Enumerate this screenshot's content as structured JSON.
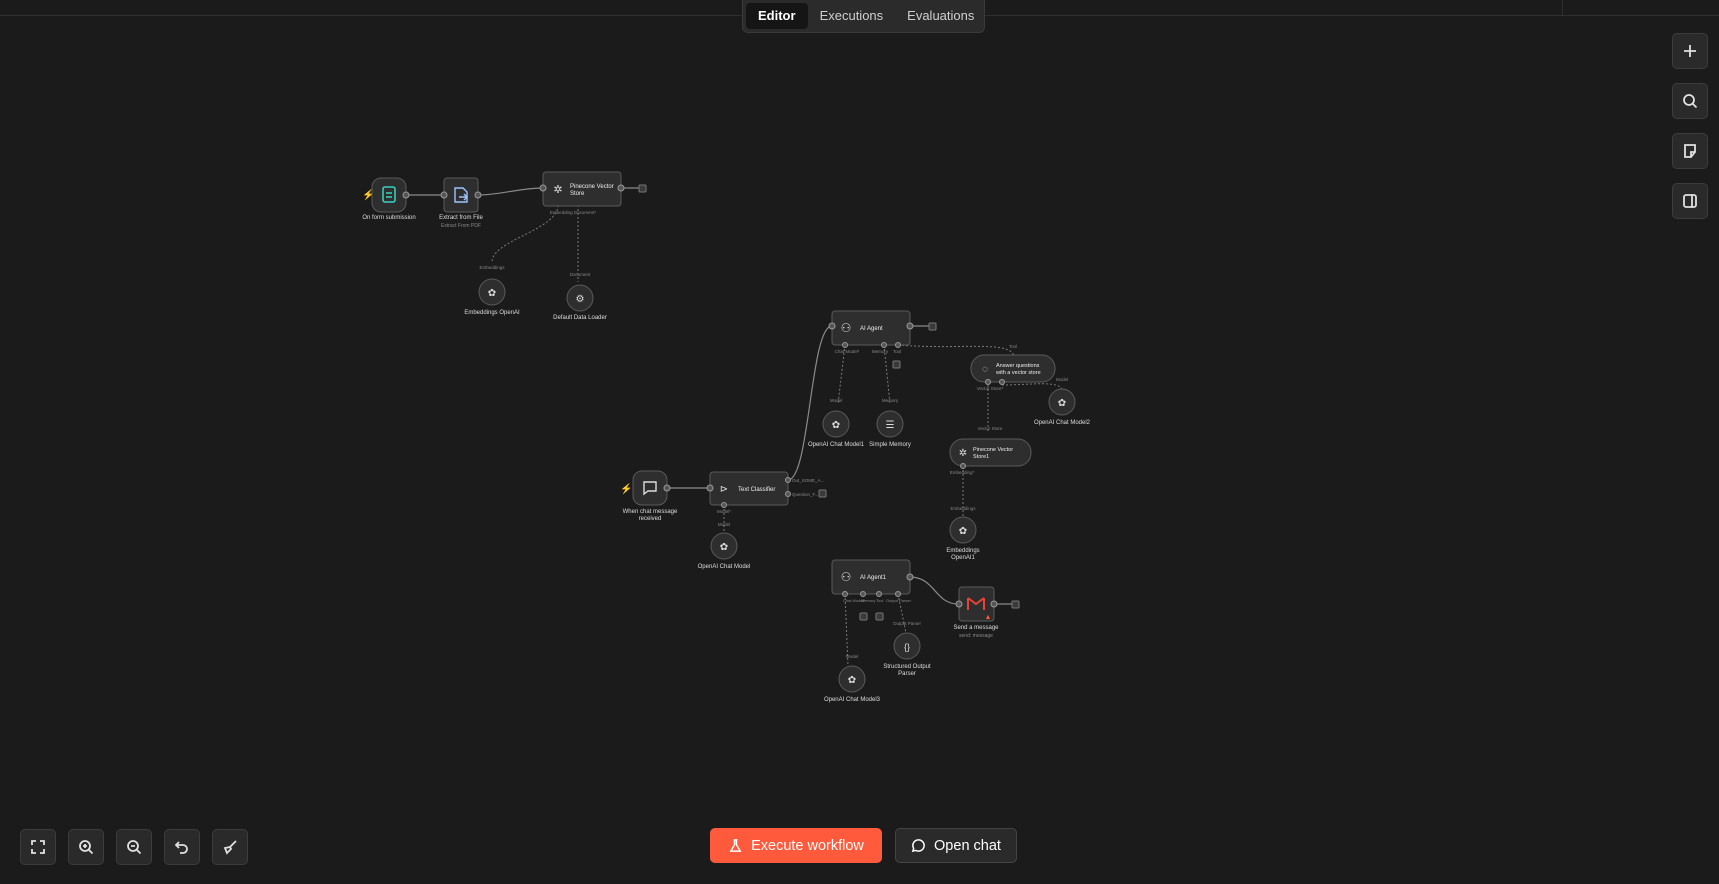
{
  "tabs": [
    {
      "label": "Editor",
      "active": true
    },
    {
      "label": "Executions",
      "active": false
    },
    {
      "label": "Evaluations",
      "active": false
    }
  ],
  "toolbar": {
    "execute_label": "Execute workflow",
    "open_chat_label": "Open chat"
  },
  "icons": {
    "zoom_fit": "fullscreen-icon",
    "zoom_in": "zoom-in-icon",
    "zoom_out": "zoom-out-icon",
    "undo": "undo-icon",
    "tidy": "broom-icon",
    "add": "plus-icon",
    "search": "search-icon",
    "sticky": "sticky-note-icon",
    "panel": "side-panel-icon"
  },
  "colors": {
    "accent": "#ff5a3c",
    "canvas": "#1b1b1b",
    "node": "#2e2e2e"
  },
  "nodes": {
    "form_trigger": {
      "label": "On form submission"
    },
    "extract_file": {
      "label": "Extract from File",
      "sub": "Extract From PDF"
    },
    "pinecone": {
      "label1": "Pinecone Vector",
      "label2": "Store",
      "port": "Embedding Document*"
    },
    "embeddings_openai": {
      "label": "Embeddings OpenAI",
      "port": "Embeddings"
    },
    "data_loader": {
      "label": "Default Data Loader",
      "port": "Document"
    },
    "ai_agent": {
      "label": "AI Agent",
      "ports": [
        "Chat Model*",
        "Memory",
        "Tool"
      ]
    },
    "chat_model1": {
      "label": "OpenAI Chat Model1",
      "port": "Model"
    },
    "simple_memory": {
      "label": "Simple Memory",
      "port": "Memory"
    },
    "answer_q": {
      "label1": "Answer questions",
      "label2": "with a vector store",
      "ports": [
        "Vector Store*",
        "Model*"
      ],
      "tool_port": "Tool"
    },
    "chat_model2": {
      "label": "OpenAI Chat Model2",
      "port": "Model"
    },
    "pinecone1": {
      "label1": "Pinecone Vector",
      "label2": "Store1",
      "port": "Vector Store",
      "sub_port": "Embedding*"
    },
    "embeddings_openai1": {
      "label1": "Embeddings",
      "label2": "OpenAI1",
      "port": "Embeddings"
    },
    "chat_trigger": {
      "label1": "When chat message",
      "label2": "received"
    },
    "text_classifier": {
      "label": "Text Classifier",
      "outs": [
        "Out_SOME_A...",
        "Question_F..."
      ],
      "port": "Model*"
    },
    "chat_model": {
      "label": "OpenAI Chat Model",
      "port": "Model"
    },
    "ai_agent1": {
      "label": "AI Agent1",
      "ports": [
        "Chat Model*",
        "Memory",
        "Tool",
        "Output Parser"
      ]
    },
    "chat_model3": {
      "label": "OpenAI Chat Model3",
      "port": "Model"
    },
    "output_parser": {
      "label1": "Structured Output",
      "label2": "Parser",
      "port": "Output Parser"
    },
    "gmail": {
      "label": "Send a message",
      "sub": "send: message"
    }
  }
}
